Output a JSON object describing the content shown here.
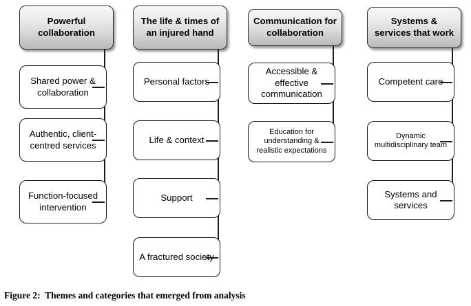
{
  "figure": {
    "caption": "Figure 2:  Themes and categories that emerged from analysis",
    "colors": {
      "header_gradient_top": "#f7f7f7",
      "header_gradient_bottom": "#b9b9b9",
      "border": "#1a1a1a",
      "box_fill": "#ffffff",
      "background": "#ffffff",
      "text": "#000000"
    }
  },
  "columns": [
    {
      "header": "Powerful collaboration",
      "items": [
        {
          "label": "Shared power & collaboration",
          "size": "normal"
        },
        {
          "label": "Authentic, client-centred services",
          "size": "normal"
        },
        {
          "label": "Function-focused intervention",
          "size": "normal"
        }
      ]
    },
    {
      "header": "The life & times of an injured hand",
      "items": [
        {
          "label": "Personal factors",
          "size": "normal"
        },
        {
          "label": "Life & context",
          "size": "normal"
        },
        {
          "label": "Support",
          "size": "normal"
        },
        {
          "label": "A fractured society",
          "size": "normal"
        }
      ]
    },
    {
      "header": "Communication for collaboration",
      "items": [
        {
          "label": "Accessible  & effective communication",
          "size": "normal"
        },
        {
          "label": "Education for understanding & realistic expectations",
          "size": "small"
        }
      ]
    },
    {
      "header": "Systems & services that work",
      "items": [
        {
          "label": "Competent care",
          "size": "normal"
        },
        {
          "label": "Dynamic multidisciplinary team",
          "size": "small"
        },
        {
          "label": "Systems and services",
          "size": "normal"
        }
      ]
    }
  ]
}
